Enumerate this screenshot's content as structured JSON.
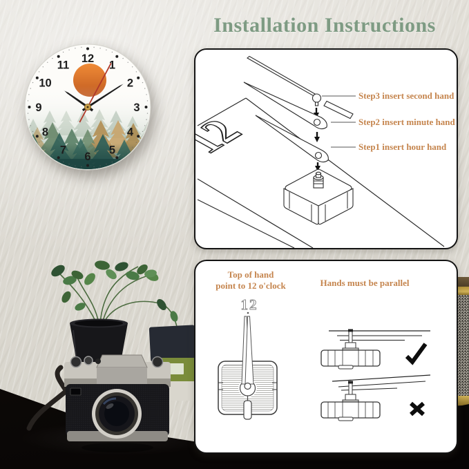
{
  "title": "Installation Instructions",
  "instructions_panel": {
    "face_numeral": "12",
    "steps": [
      {
        "label": "Step3 insert second hand"
      },
      {
        "label": "Step2 insert minute hand"
      },
      {
        "label": "Step1 insert hour hand"
      }
    ]
  },
  "alignment_panel": {
    "left_caption_line1": "Top of hand",
    "left_caption_line2": "point to 12 o'clock",
    "right_caption": "Hands must be parallel",
    "numeral": "12",
    "icons": {
      "correct": "check-icon",
      "incorrect": "cross-icon"
    }
  },
  "clock": {
    "numerals": [
      "12",
      "1",
      "2",
      "3",
      "4",
      "5",
      "6",
      "7",
      "8",
      "9",
      "10",
      "11"
    ],
    "hands": {
      "hour_angle_deg": -55,
      "minute_angle_deg": 57,
      "second_angle_deg": 208
    },
    "colors": {
      "sun": "#d9712b",
      "second_hand": "#b0392a",
      "forest_deep": "#1c4441",
      "face": "#fdfcf9"
    }
  },
  "theme": {
    "title_color": "#7e9b83",
    "step_text_color": "#c5854e",
    "panel_border": "#141414"
  }
}
